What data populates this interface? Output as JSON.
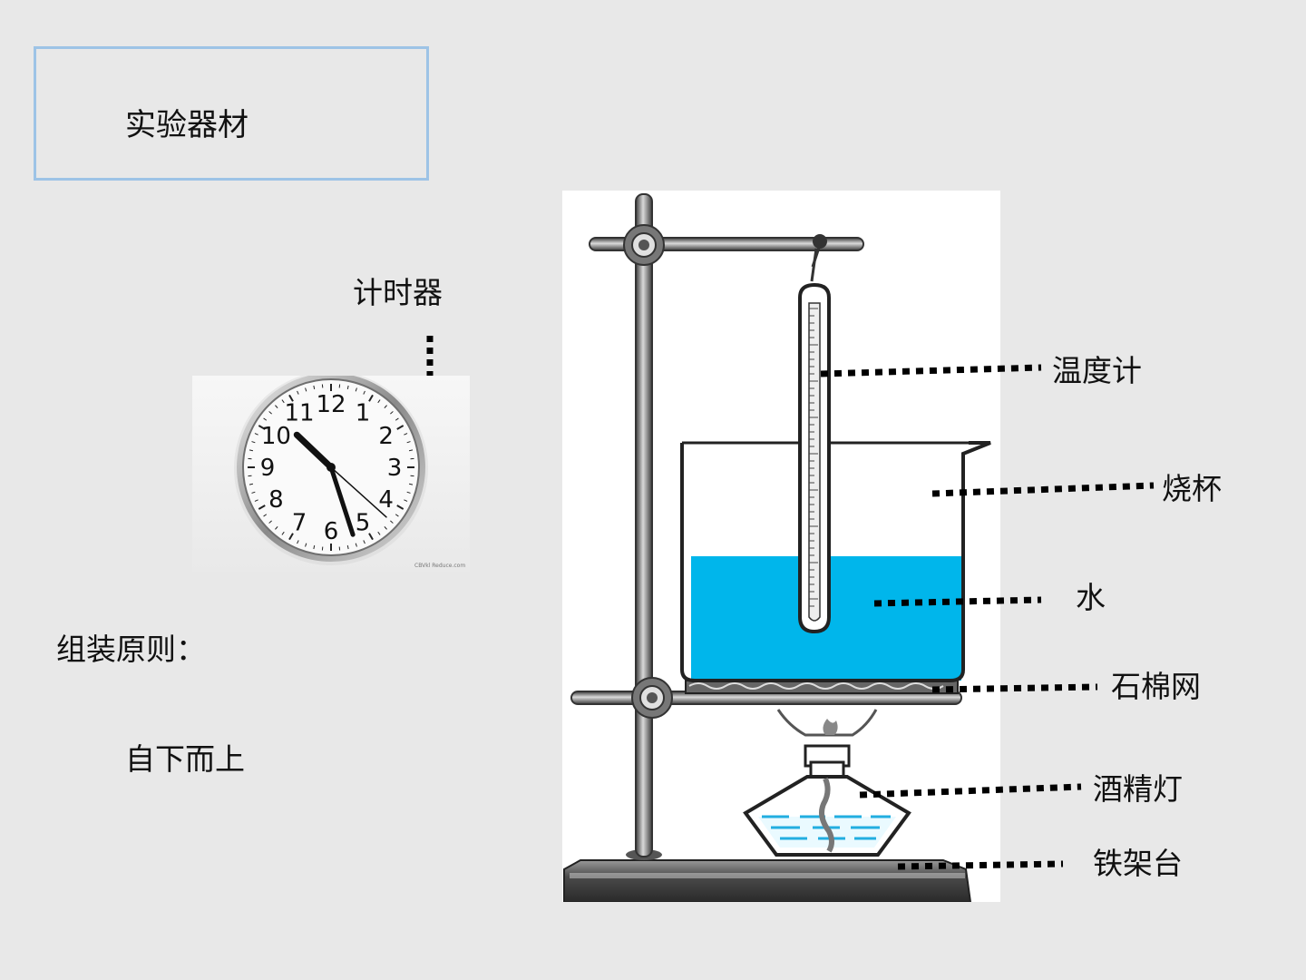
{
  "slide": {
    "title": "实验器材",
    "principle_label": "组装原则：",
    "principle_value": "自下而上"
  },
  "clock": {
    "label": "计时器",
    "numbers": [
      "12",
      "1",
      "2",
      "3",
      "4",
      "5",
      "6",
      "7",
      "8",
      "9",
      "10",
      "11"
    ],
    "watermark": "CBVkl Reduce.com",
    "time": {
      "hour": 10,
      "minute": 27
    }
  },
  "apparatus": {
    "labels": {
      "thermometer": "温度计",
      "beaker": "烧杯",
      "water": "水",
      "gauze": "石棉网",
      "lamp": "酒精灯",
      "stand": "铁架台"
    },
    "colors": {
      "water": "#00b6eb",
      "metal": "#5a5a5a",
      "box_border": "#9dc3e6"
    }
  }
}
